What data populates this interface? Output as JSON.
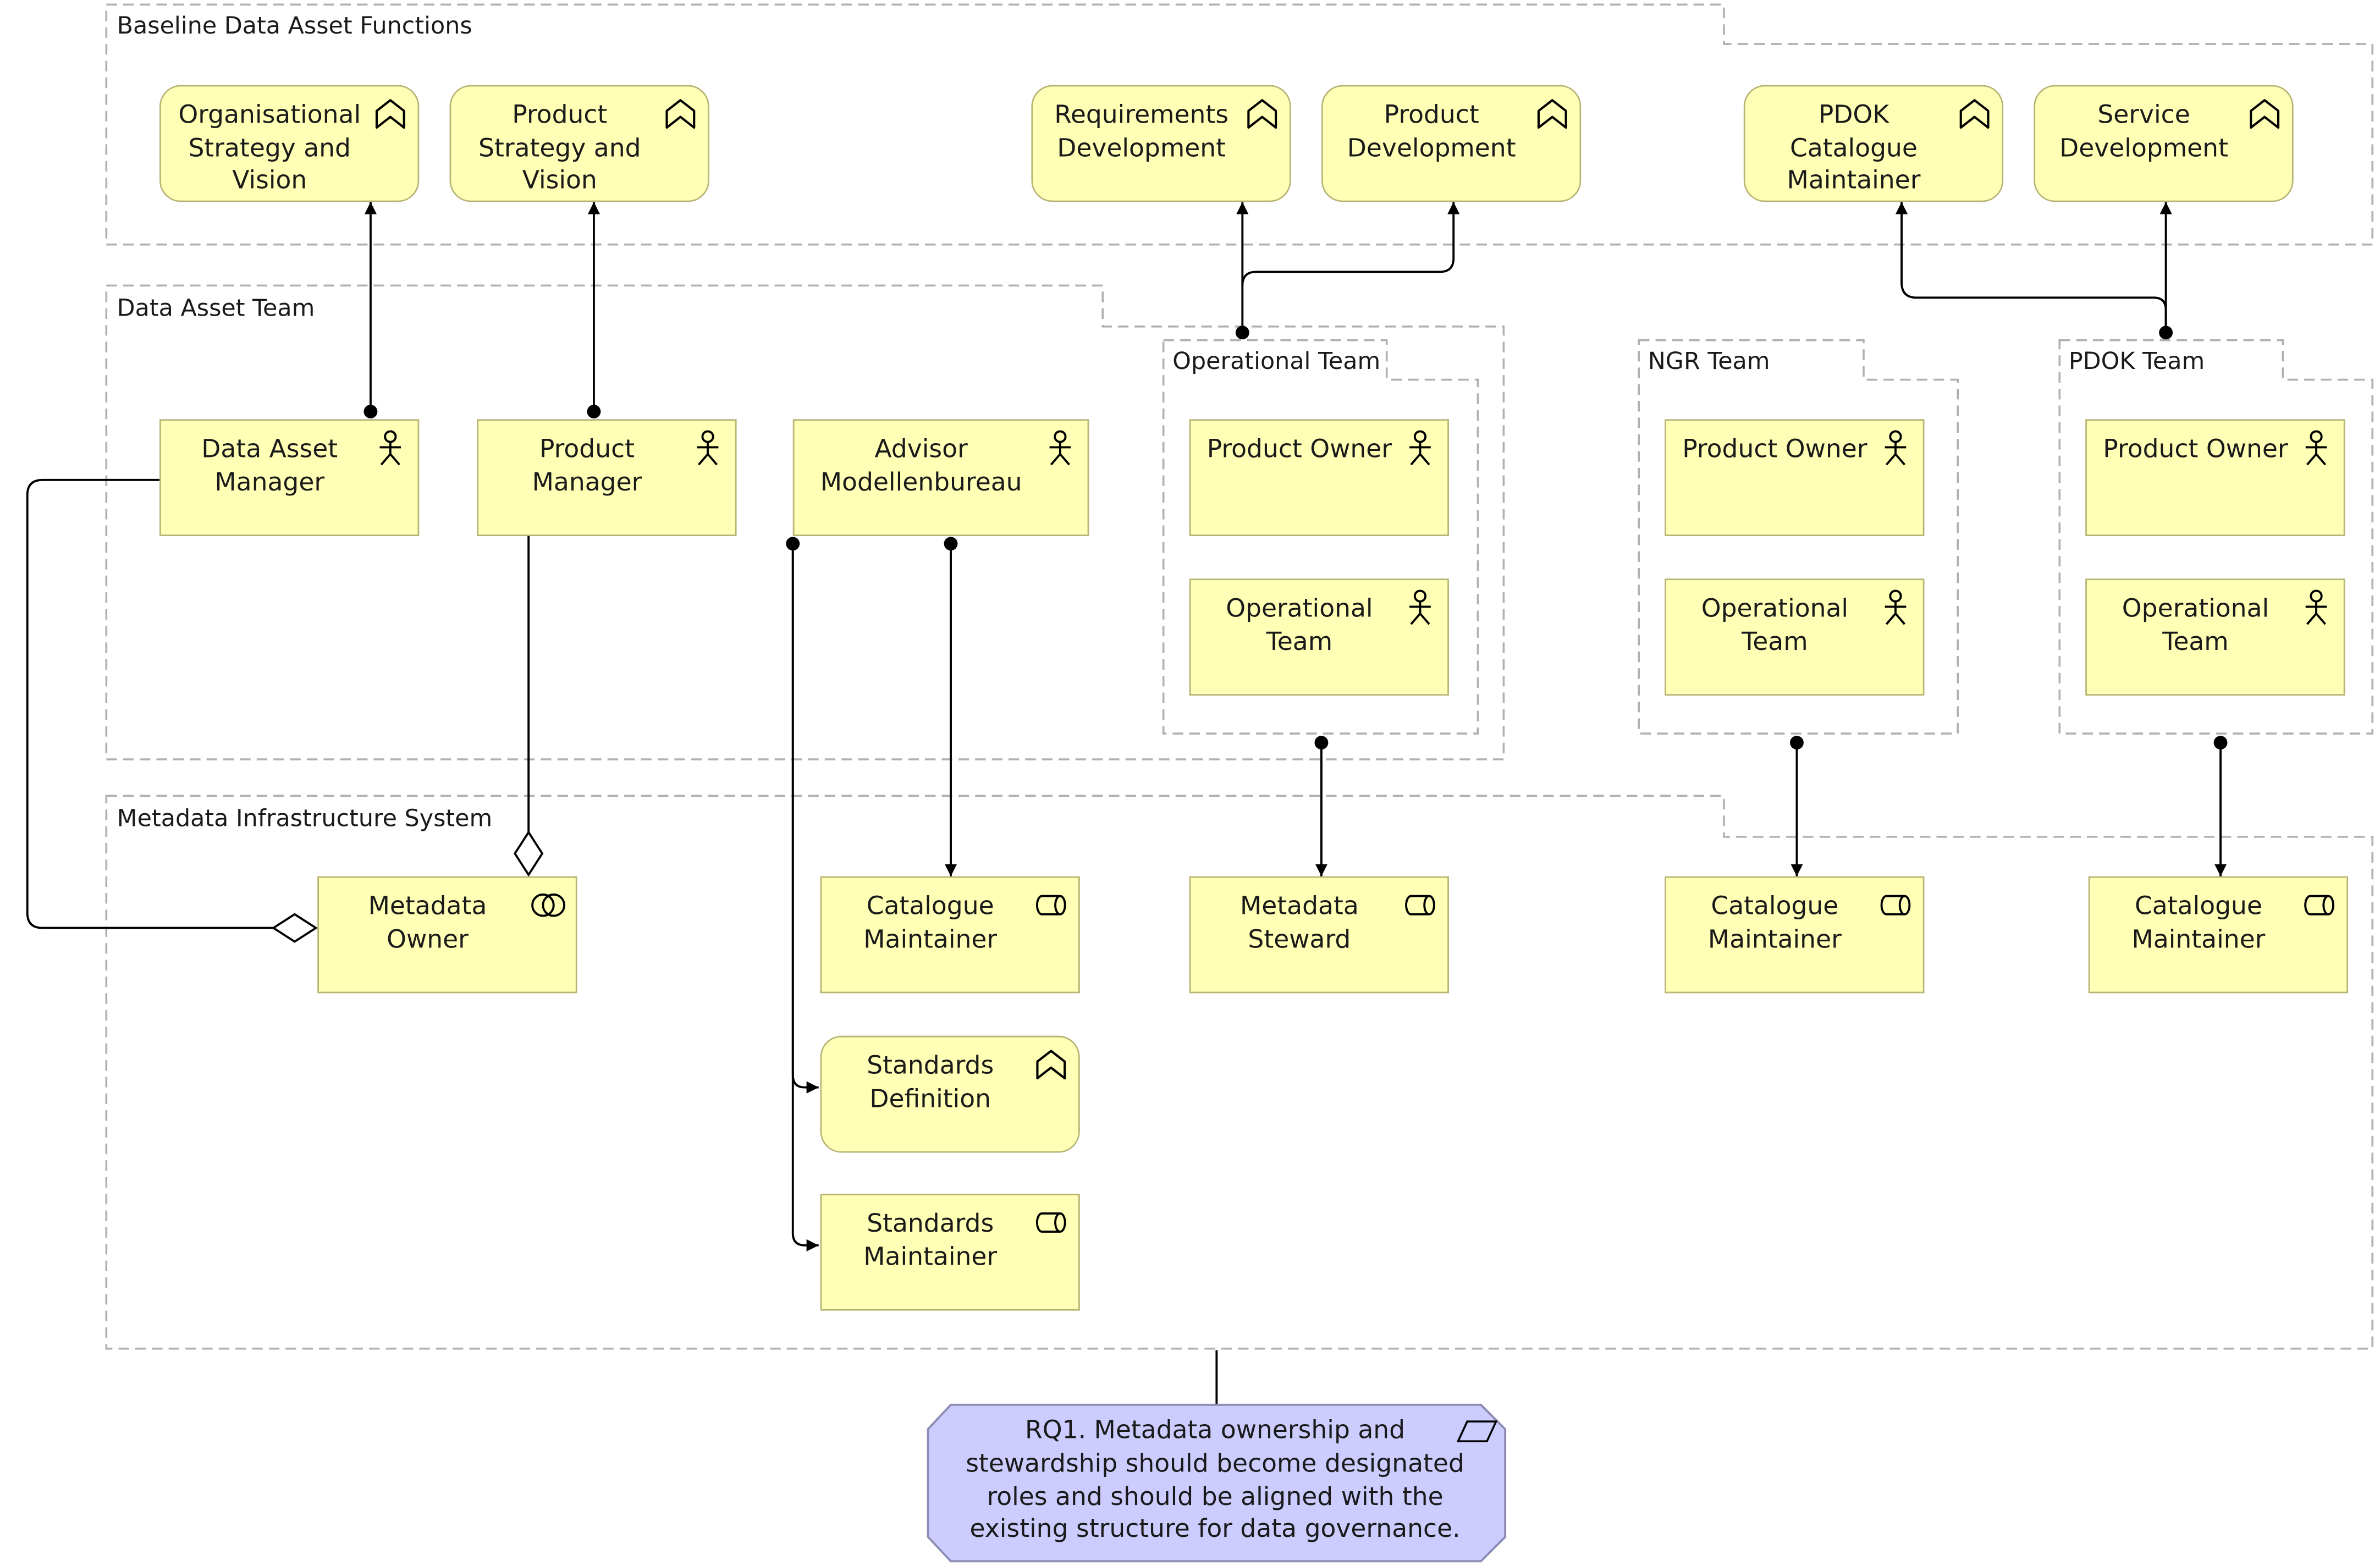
{
  "groups": {
    "baseline": "Baseline Data Asset Functions",
    "data_asset_team": "Data Asset Team",
    "operational_team": "Operational Team",
    "ngr_team": "NGR Team",
    "pdok_team": "PDOK Team",
    "metadata_infra": "Metadata Infrastructure System"
  },
  "functions": {
    "org_strategy": [
      "Organisational",
      "Strategy and",
      "Vision"
    ],
    "product_strategy": [
      "Product",
      "Strategy and",
      "Vision"
    ],
    "requirements_dev": [
      "Requirements",
      "Development"
    ],
    "product_dev": [
      "Product",
      "Development"
    ],
    "pdok_catalogue": [
      "PDOK",
      "Catalogue",
      "Maintainer"
    ],
    "service_dev": [
      "Service",
      "Development"
    ],
    "standards_def": [
      "Standards",
      "Definition"
    ]
  },
  "actors": {
    "data_asset_manager": [
      "Data Asset",
      "Manager"
    ],
    "product_manager": [
      "Product",
      "Manager"
    ],
    "advisor": [
      "Advisor",
      "Modellenbureau"
    ],
    "op_product_owner": [
      "Product Owner"
    ],
    "op_operational_team": [
      "Operational",
      "Team"
    ],
    "ngr_product_owner": [
      "Product Owner"
    ],
    "ngr_operational_team": [
      "Operational",
      "Team"
    ],
    "pdok_product_owner": [
      "Product Owner"
    ],
    "pdok_operational_team": [
      "Operational",
      "Team"
    ]
  },
  "roles": {
    "metadata_owner": [
      "Metadata",
      "Owner"
    ],
    "catalogue_maintainer_1": [
      "Catalogue",
      "Maintainer"
    ],
    "metadata_steward": [
      "Metadata",
      "Steward"
    ],
    "catalogue_maintainer_2": [
      "Catalogue",
      "Maintainer"
    ],
    "catalogue_maintainer_3": [
      "Catalogue",
      "Maintainer"
    ],
    "standards_maintainer": [
      "Standards",
      "Maintainer"
    ]
  },
  "requirement": [
    "RQ1. Metadata ownership and",
    "stewardship should become designated",
    "roles and should be aligned with the",
    "existing structure for data governance."
  ],
  "colors": {
    "element_fill": "#ffffb5",
    "element_border": "#b8b476",
    "requirement_fill": "#ccccff",
    "requirement_border": "#8c8cb4",
    "group_border": "#b0b0b0",
    "line": "#000000"
  },
  "icons": {
    "function": "function-chevron-icon",
    "actor": "actor-stick-figure-icon",
    "role": "role-cylinder-icon",
    "collaboration": "collaboration-circles-icon",
    "requirement": "requirement-parallelogram-icon"
  }
}
